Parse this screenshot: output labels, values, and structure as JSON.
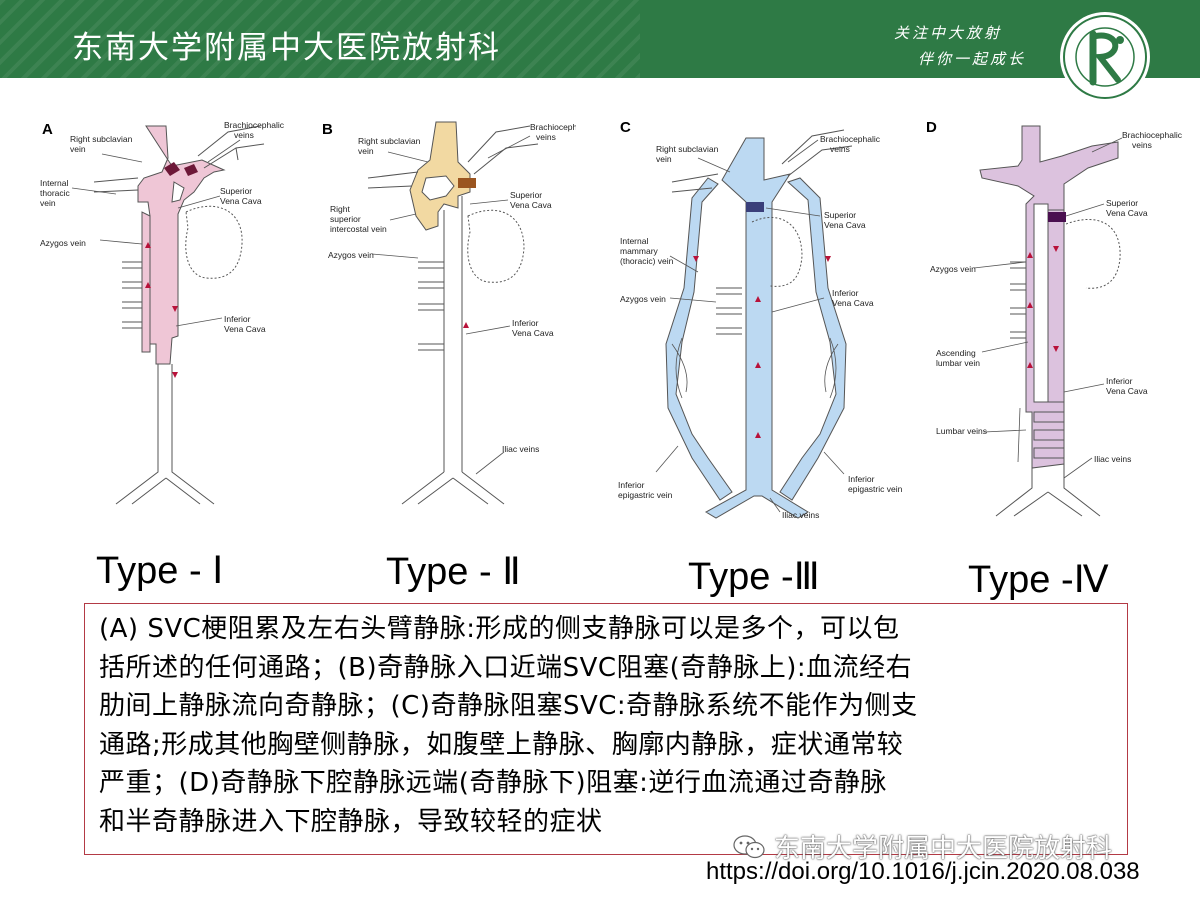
{
  "header": {
    "title": "东南大学附属中大医院放射科",
    "slogan_line1": "关注中大放射",
    "slogan_line2": "伴你一起成长"
  },
  "panels": [
    {
      "letter": "A",
      "type_label": "Type - Ⅰ",
      "labels": {
        "right_subclavian": [
          "Right subclavian",
          "vein"
        ],
        "internal_thoracic": [
          "Internal",
          "thoracic",
          "vein"
        ],
        "brachiocephalic": [
          "Brachiocephalic",
          "veins"
        ],
        "superior_vena_cava": [
          "Superior",
          "Vena Cava"
        ],
        "azygos": "Azygos vein",
        "inferior_vena_cava": [
          "Inferior",
          "Vena Cava"
        ]
      }
    },
    {
      "letter": "B",
      "type_label": "Type - Ⅱ",
      "labels": {
        "right_subclavian": [
          "Right subclavian",
          "vein"
        ],
        "brachiocephalic": [
          "Brachiocephal",
          "veins"
        ],
        "superior_vena_cava": [
          "Superior",
          "Vena Cava"
        ],
        "right_superior_intercostal": [
          "Right",
          "superior",
          "intercostal vein"
        ],
        "azygos": "Azygos vein",
        "inferior_vena_cava": [
          "Inferior",
          "Vena Cava"
        ],
        "iliac": "Iliac veins"
      }
    },
    {
      "letter": "C",
      "type_label": "Type -Ⅲ",
      "labels": {
        "right_subclavian": [
          "Right subclavian",
          "vein"
        ],
        "brachiocephalic": [
          "Brachiocephalic",
          "veins"
        ],
        "superior_vena_cava": [
          "Superior",
          "Vena Cava"
        ],
        "internal_mammary": [
          "Internal",
          "mammary",
          "(thoracic) vein"
        ],
        "azygos": "Azygos vein",
        "inferior_vena_cava": [
          "Inferior",
          "Vena Cava"
        ],
        "inferior_epigastric_left": [
          "Inferior",
          "epigastric vein"
        ],
        "inferior_epigastric_right": [
          "Inferior",
          "epigastric vein"
        ],
        "iliac": "Iliac veins"
      }
    },
    {
      "letter": "D",
      "type_label": "Type -Ⅳ",
      "labels": {
        "brachiocephalic": [
          "Brachiocephalic",
          "veins"
        ],
        "superior_vena_cava": [
          "Superior",
          "Vena Cava"
        ],
        "azygos": "Azygos vein",
        "ascending_lumbar": [
          "Ascending",
          "lumbar vein"
        ],
        "inferior_vena_cava": [
          "Inferior",
          "Vena Cava"
        ],
        "lumbar": "Lumbar veins",
        "iliac": "Iliac veins"
      }
    }
  ],
  "colors": {
    "header_green": "#2e7a45",
    "type1_fill": "#efc6d6",
    "type2_fill": "#f2d9a2",
    "type3_fill": "#bcd9f2",
    "type4_fill": "#dcc2de",
    "obstruction": "#6d1838",
    "arrow": "#b8123a",
    "box_border": "#b33a45"
  },
  "description_lines": [
    "(A) SVC梗阻累及左右头臂静脉:形成的侧支静脉可以是多个，可以包",
    "括所述的任何通路；(B)奇静脉入口近端SVC阻塞(奇静脉上):血流经右",
    "肋间上静脉流向奇静脉；(C)奇静脉阻塞SVC:奇静脉系统不能作为侧支",
    "通路;形成其他胸壁侧静脉，如腹壁上静脉、胸廓内静脉，症状通常较",
    "严重；(D)奇静脉下腔静脉远端(奇静脉下)阻塞:逆行血流通过奇静脉",
    "和半奇静脉进入下腔静脉，导致较轻的症状"
  ],
  "watermark": "东南大学附属中大医院放射科",
  "doi": "https://doi.org/10.1016/j.jcin.2020.08.038"
}
